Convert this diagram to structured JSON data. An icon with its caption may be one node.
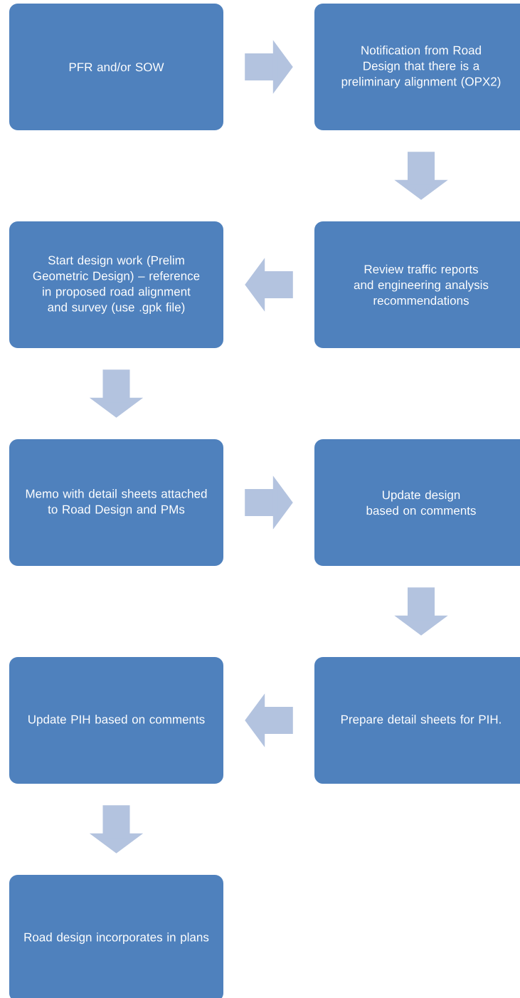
{
  "diagram": {
    "nodes": [
      {
        "text": [
          "PFR and/or SOW"
        ]
      },
      {
        "text": [
          "Notification from Road Design that there is a preliminary alignment (OPX2)"
        ]
      },
      {
        "text": [
          "Start design work (Prelim Geometric Design) – reference in proposed road alignment and survey (use .gpk file)"
        ]
      },
      {
        "text": [
          "Review traffic reports and engineering analysis recommendations"
        ]
      },
      {
        "text": [
          "Memo with detail sheets attached to Road Design and PMs"
        ]
      },
      {
        "text": [
          "Update design based on comments"
        ]
      },
      {
        "text": [
          "Update PIH based on comments"
        ]
      },
      {
        "text": [
          "Prepare detail sheets for PIH."
        ]
      },
      {
        "text": [
          "Road design incorporates in plans"
        ]
      }
    ],
    "edges": [
      {
        "from": 0,
        "to": 1,
        "arrow": "to"
      },
      {
        "from": 1,
        "to": 3,
        "arrow": "to"
      },
      {
        "from": 3,
        "to": 2,
        "arrow": "to"
      },
      {
        "from": 2,
        "to": 4,
        "arrow": "to"
      },
      {
        "from": 4,
        "to": 5,
        "arrow": "to"
      },
      {
        "from": 5,
        "to": 7,
        "arrow": "to"
      },
      {
        "from": 7,
        "to": 6,
        "arrow": "to"
      },
      {
        "from": 6,
        "to": 8,
        "arrow": "to"
      }
    ]
  }
}
